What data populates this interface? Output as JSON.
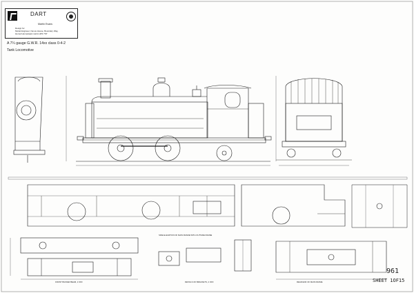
{
  "title_block": {
    "name": "DART",
    "designer": "Martin Evans",
    "credit_lines": [
      "Design for",
      "Model Engineer, Nexus House, Boundary Way,",
      "Hemel Hempstead, Herts HP2 7ST"
    ],
    "icons": {
      "logo": "stylised-k-logo-icon",
      "emblem": "circular-emblem-icon"
    }
  },
  "subtitle": {
    "line1": "A 7¼ gauge G.W.R. 14xx class 0-4-2",
    "line2": "Tank Locomotive"
  },
  "captions": {
    "main_frames": "SIDE ELEVATION OF MAIN FRAME WITH OUTSIDE FRAME",
    "buffer_beam": "FRONT BUFFER BEAM, 2 OFF",
    "rear_frame": "REAR END OF MAIN FRAME",
    "brackets": "DETAILS OF BRACKETS, 2 OFF"
  },
  "sheet": {
    "number": "961",
    "label": "SHEET 1OF15"
  },
  "colors": {
    "ink": "#1a1a1a",
    "paper": "#fdfdfc"
  }
}
